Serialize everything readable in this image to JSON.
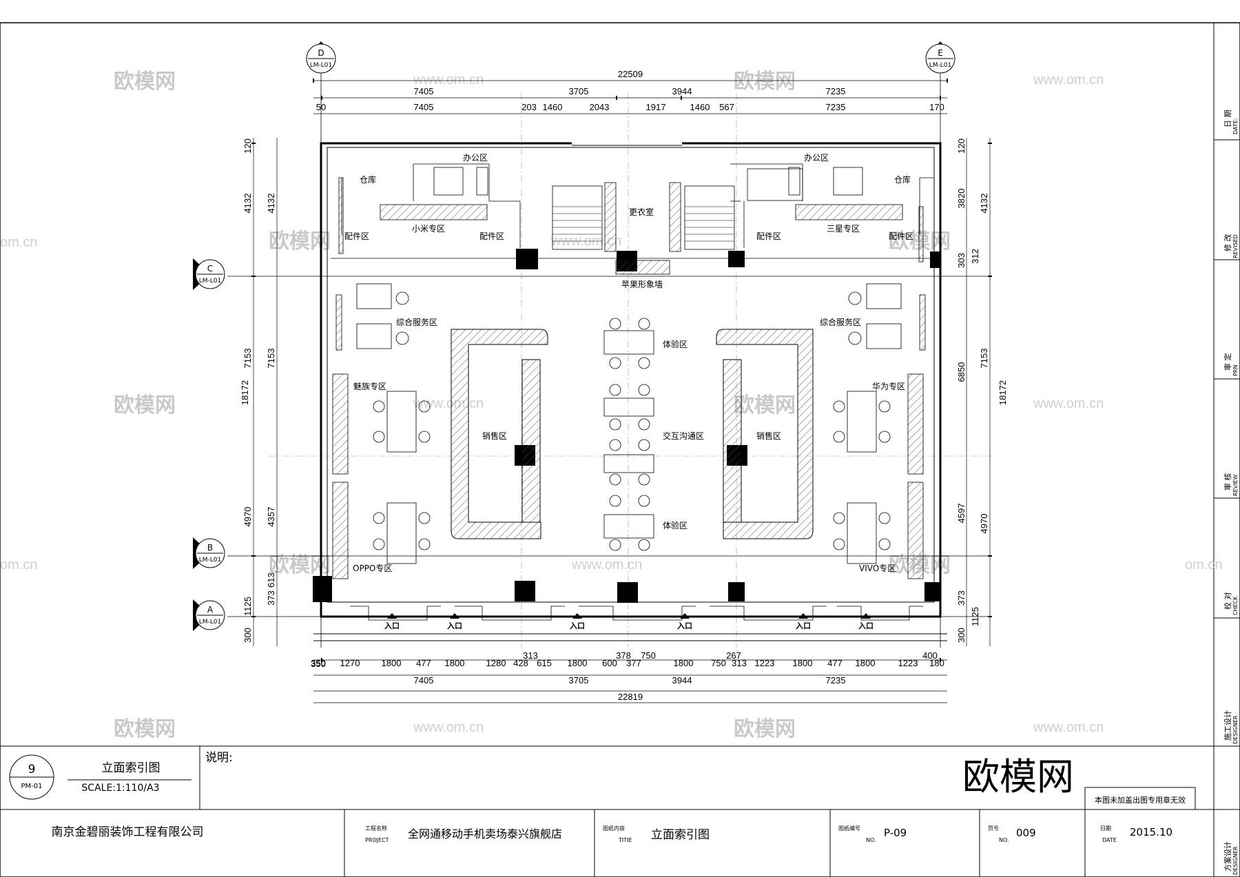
{
  "drawing": {
    "overall_width_top": "22509",
    "overall_width_bottom": "22819",
    "top_segments_a": [
      "7405",
      "3705",
      "3944",
      "7235"
    ],
    "top_segments_b": [
      "50",
      "7405",
      "203",
      "1460",
      "2043",
      "1917",
      "1460",
      "567",
      "7235",
      "170"
    ],
    "bottom_segments_a": [
      "350",
      "1270",
      "1800",
      "477",
      "1800",
      "1280",
      "428",
      "615",
      "1800",
      "600",
      "377",
      "1800",
      "750",
      "313",
      "1223",
      "1800",
      "477",
      "1800",
      "1223",
      "180"
    ],
    "bottom_segments_b": [
      "350",
      "313",
      "378",
      "750",
      "267",
      "400"
    ],
    "bottom_segments_c": [
      "7405",
      "3705",
      "3944",
      "7235"
    ],
    "left_dims_outer": [
      "120",
      "4132",
      "7153",
      "4970",
      "1125",
      "300"
    ],
    "left_dims_inner": [
      "4132",
      "7153",
      "4357",
      "613",
      "373"
    ],
    "left_total": "18172",
    "right_dims_inner": [
      "120",
      "3820",
      "303",
      "312",
      "6850",
      "4597",
      "373",
      "1125",
      "300"
    ],
    "right_dims_outer": [
      "4132",
      "7153",
      "4970"
    ],
    "right_total": "18172",
    "grid_markers": [
      {
        "id": "D",
        "sub": "LM-L01"
      },
      {
        "id": "E",
        "sub": "LM-L01"
      },
      {
        "id": "C",
        "sub": "LM-L01"
      },
      {
        "id": "B",
        "sub": "LM-L01"
      },
      {
        "id": "A",
        "sub": "LM-L01"
      }
    ],
    "rooms": {
      "warehouse_l": "仓库",
      "office_l": "办公区",
      "xiaomi": "小米专区",
      "accessory_1": "配件区",
      "accessory_2": "配件区",
      "changing": "更衣室",
      "accessory_3": "配件区",
      "office_r": "办公区",
      "warehouse_r": "仓库",
      "samsung": "三星专区",
      "accessory_4": "配件区",
      "apple_wall": "苹果形象墙",
      "service_l": "综合服务区",
      "service_r": "综合服务区",
      "experience_1": "体验区",
      "experience_2": "体验区",
      "meizu": "魅族专区",
      "huawei": "华为专区",
      "sales_l": "销售区",
      "sales_r": "销售区",
      "interaction": "交互沟通区",
      "oppo": "OPPO专区",
      "vivo": "VIVO专区",
      "entrance": "入口"
    }
  },
  "watermarks": {
    "brand": "欧模网",
    "url": "www.om.cn",
    "url_short": "om.cn"
  },
  "right_column": [
    {
      "cn": "日 期",
      "en": "DATE:"
    },
    {
      "cn": "修 改",
      "en": "REVISED"
    },
    {
      "cn": "审 定",
      "en": "PRN"
    },
    {
      "cn": "审 核",
      "en": "REVIEW"
    },
    {
      "cn": "校 对",
      "en": "CHECK"
    },
    {
      "cn": "施工设计",
      "en": "DESIGNER"
    },
    {
      "cn": "方案设计",
      "en": "DESIGNER"
    }
  ],
  "title_block": {
    "sheet_no": "9",
    "sheet_ref": "PM-01",
    "drawing_title": "立面索引图",
    "scale": "SCALE:1:110/A3",
    "notes_label": "说明:",
    "logo": "欧模网",
    "stamp_note": "本图未加盖出图专用章无效",
    "company": "南京金碧丽装饰工程有限公司",
    "project_label": "工程名称",
    "project_label_en": "PROJECT",
    "project_name": "全网通移动手机卖场泰兴旗舰店",
    "content_label": "图纸内容",
    "content_label_en": "TITIE",
    "content": "立面索引图",
    "drawing_no_label": "图纸编号",
    "drawing_no_label_en": "NO.",
    "drawing_no": "P-09",
    "page_label": "页号",
    "page_label_en": "NO.",
    "page_no": "009",
    "date_label": "日期",
    "date_label_en": "DATE",
    "date": "2015.10"
  }
}
